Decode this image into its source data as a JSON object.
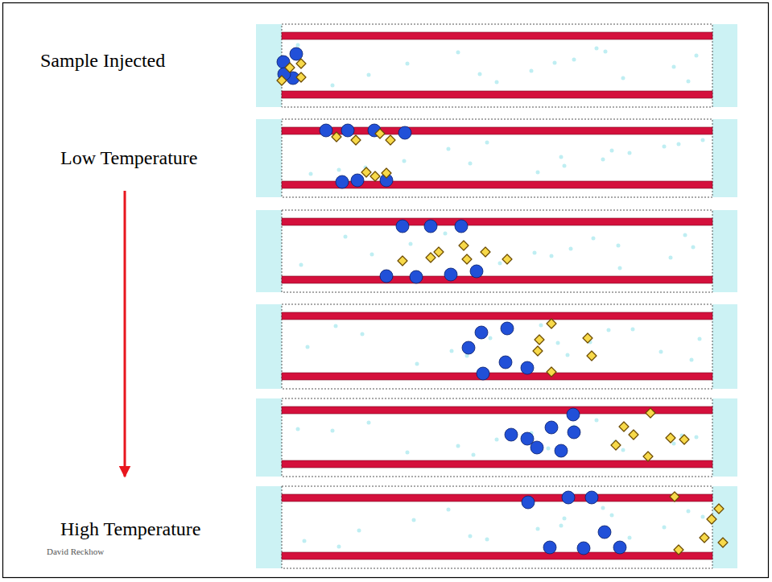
{
  "diagram": {
    "labels": [
      "Sample Injected",
      "Low Temperature",
      "High Temperature",
      "David Reckhow"
    ]
  }
}
